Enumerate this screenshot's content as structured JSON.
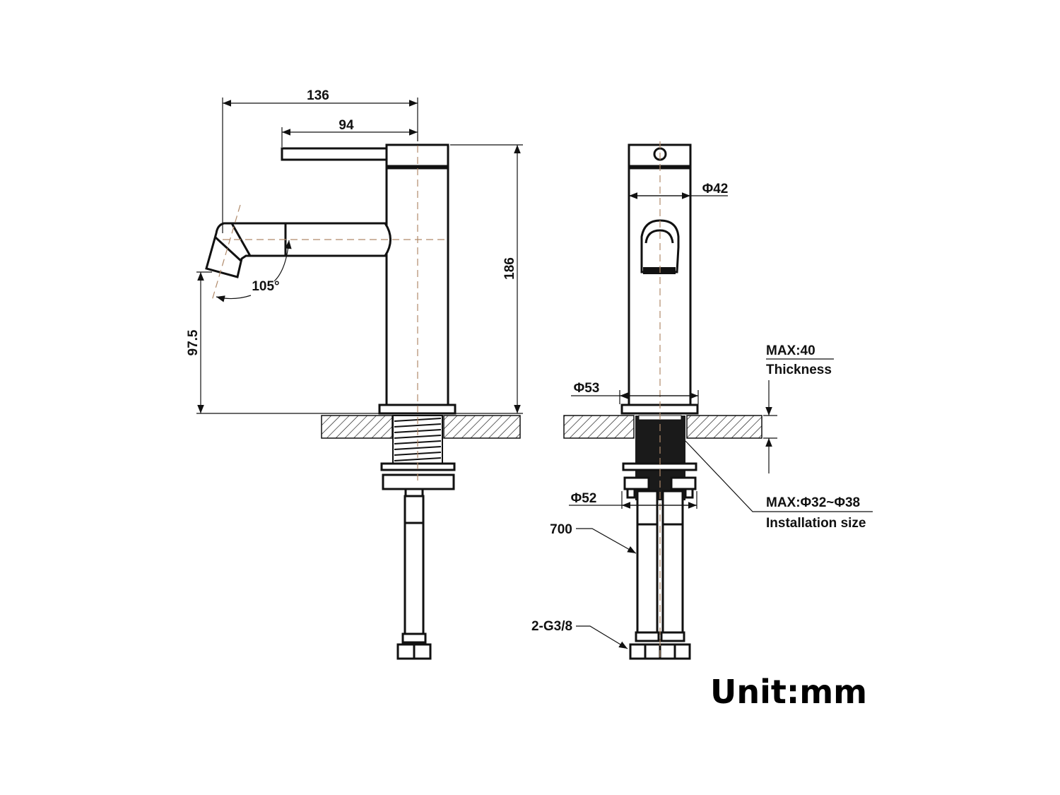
{
  "dimensions": {
    "overall_reach": "136",
    "handle_reach": "94",
    "height": "186",
    "spout_height": "97.5",
    "rotation_angle": "105°",
    "body_diameter": "Φ42",
    "base_diameter": "Φ53",
    "nut_diameter": "Φ52",
    "hose_length": "700",
    "connection": "2-G3/8"
  },
  "notes": {
    "thickness_max": "MAX:40",
    "thickness_label": "Thickness",
    "install_max": "MAX:Φ32~Φ38",
    "install_label": "Installation size"
  },
  "unit": "Unit:mm"
}
